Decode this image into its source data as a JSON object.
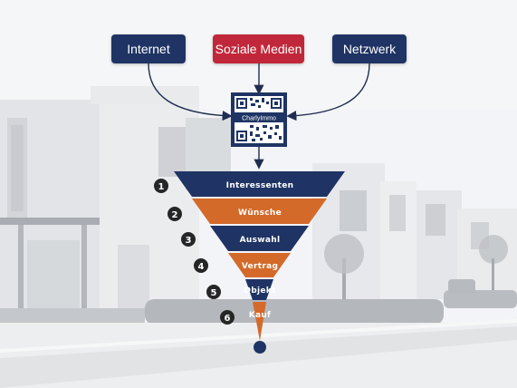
{
  "sources": [
    {
      "label": "Internet"
    },
    {
      "label": "Soziale Medien"
    },
    {
      "label": "Netzwerk"
    }
  ],
  "qr": {
    "brand": "CharlyImmo"
  },
  "funnel": {
    "stages": [
      {
        "step": "1",
        "label": "Interessenten"
      },
      {
        "step": "2",
        "label": "Wünsche"
      },
      {
        "step": "3",
        "label": "Auswahl"
      },
      {
        "step": "4",
        "label": "Vertrag"
      },
      {
        "step": "5",
        "label": "Objekt"
      },
      {
        "step": "6",
        "label": "Kauf"
      }
    ]
  },
  "colors": {
    "navy": "#1f3464",
    "orange": "#d36a2a",
    "red": "#c1273a",
    "step_circle": "#262626"
  }
}
